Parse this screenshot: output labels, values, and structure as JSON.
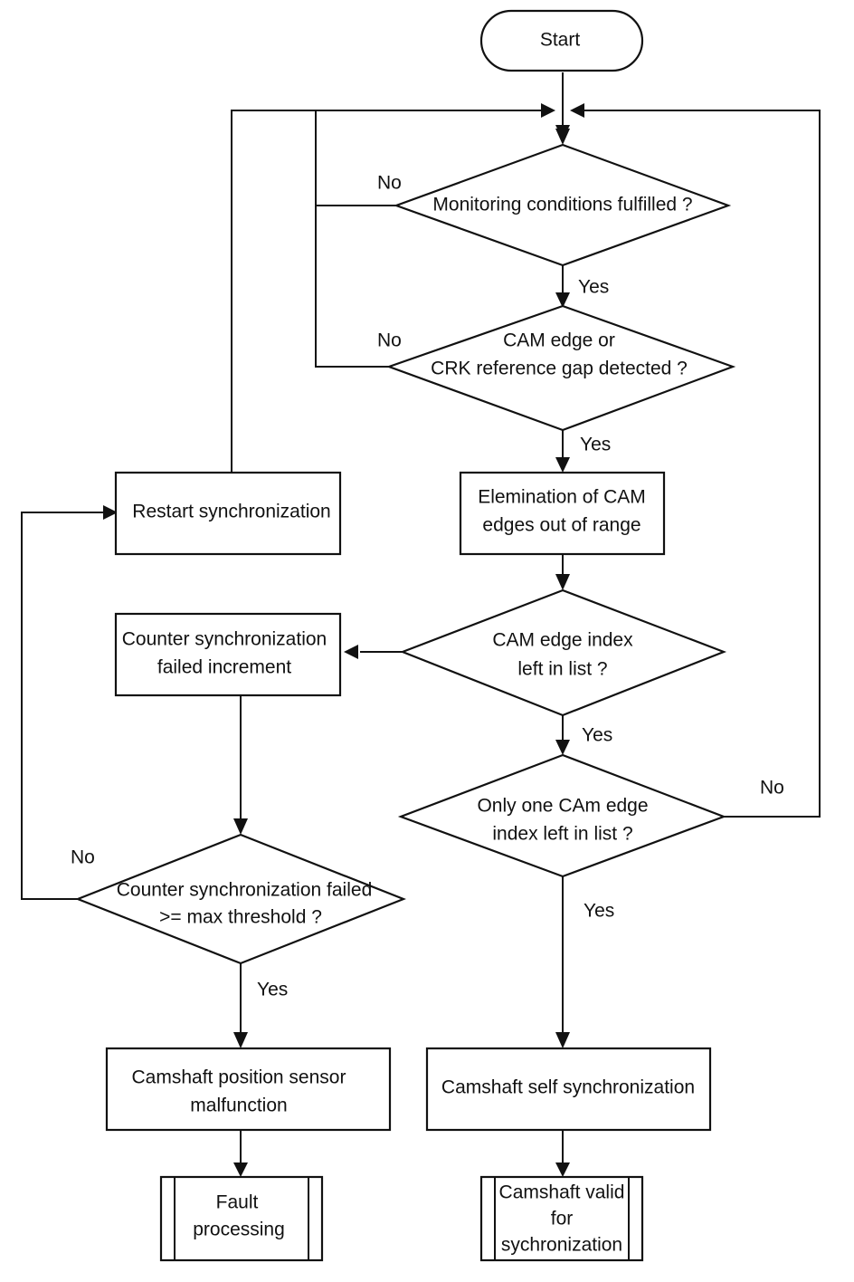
{
  "nodes": {
    "start": "Start",
    "monitoring": "Monitoring conditions fulfilled ?",
    "cam_edge_1": "CAM edge or",
    "cam_edge_2": "CRK reference gap detected ?",
    "elimination_1": "Elemination of CAM",
    "elimination_2": "edges out of range",
    "index_left_1": "CAM edge index",
    "index_left_2": "left in list ?",
    "only_one_1": "Only one CAm edge",
    "only_one_2": "index left in list ?",
    "restart": "Restart synchronization",
    "counter_inc_1": "Counter synchronization",
    "counter_inc_2": "failed increment",
    "threshold_1": "Counter synchronization failed",
    "threshold_2": ">= max threshold ?",
    "malfunction_1": "Camshaft position sensor",
    "malfunction_2": "malfunction",
    "self_sync": "Camshaft self synchronization",
    "fault_1": "Fault",
    "fault_2": "processing",
    "valid_1": "Camshaft valid",
    "valid_2": "for",
    "valid_3": "sychronization"
  },
  "branches": {
    "monitoring_no": "No",
    "monitoring_yes": "Yes",
    "cam_edge_no": "No",
    "cam_edge_yes": "Yes",
    "index_left_yes": "Yes",
    "only_one_no": "No",
    "only_one_yes": "Yes",
    "threshold_no": "No",
    "threshold_yes": "Yes"
  }
}
